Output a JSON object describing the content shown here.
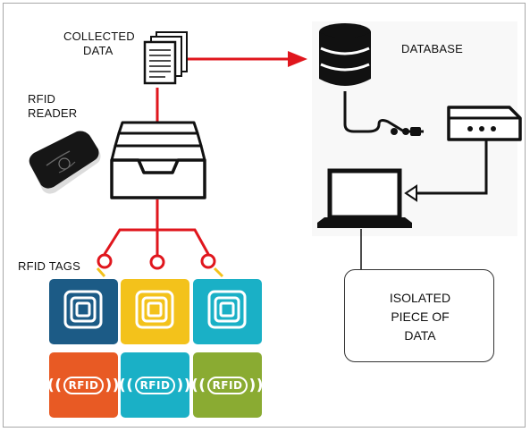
{
  "labels": {
    "collected_data": [
      "COLLECTED",
      "DATA"
    ],
    "database": "DATABASE",
    "rfid_reader": [
      "RFID",
      "READER"
    ],
    "rfid_tags": "RFID TAGS",
    "isolated": [
      "ISOLATED",
      "PIECE OF",
      "DATA"
    ]
  },
  "badge_text": "RFID",
  "colors": {
    "link": "#e0161d",
    "dark": "#111111",
    "tile_navy": "#1c5b86",
    "tile_yellow": "#f3c21b",
    "tile_teal": "#1ab0c6",
    "tile_orange": "#e85a24",
    "tile_green": "#8aab32"
  }
}
